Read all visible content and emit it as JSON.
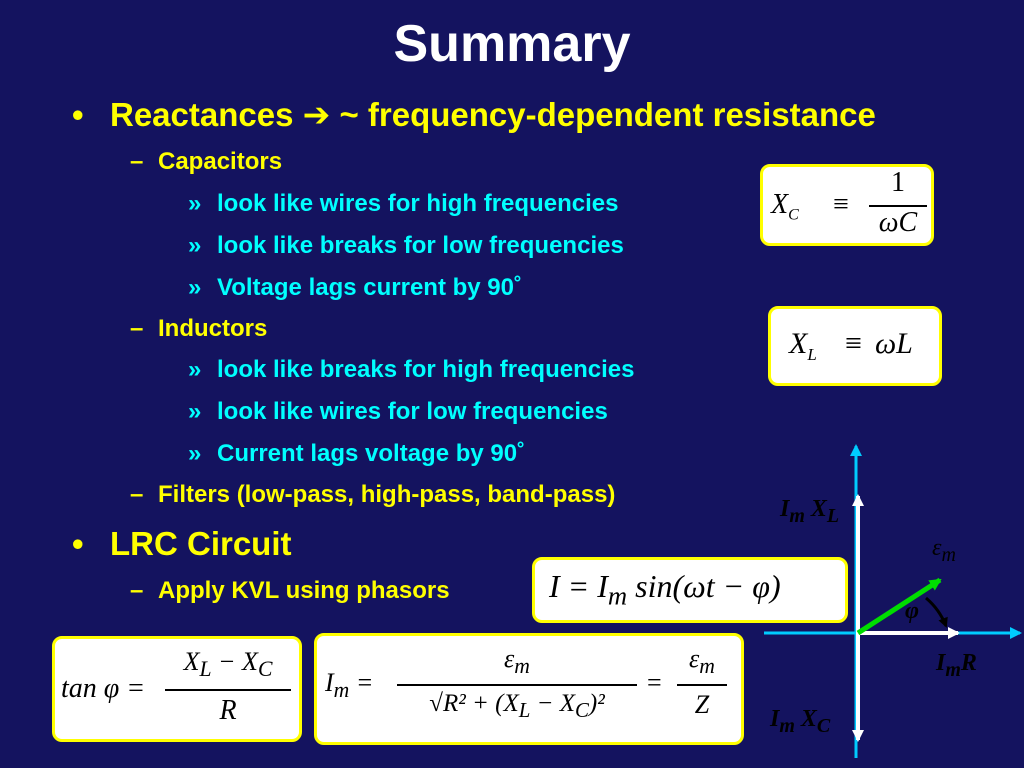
{
  "title": "Summary",
  "bullets": {
    "reactances": "Reactances",
    "reactances_arrow": "➔",
    "reactances_rest": "~ frequency-dependent resistance",
    "capacitors": "Capacitors",
    "cap_items": [
      "look like wires for high frequencies",
      "look like breaks for low frequencies",
      "Voltage lags current by 90˚"
    ],
    "inductors": "Inductors",
    "ind_items": [
      "look like breaks for high frequencies",
      "look like wires for low frequencies",
      "Current lags voltage by 90˚"
    ],
    "filters": "Filters (low-pass, high-pass, band-pass)",
    "lrc": "LRC Circuit",
    "kvl": "Apply KVL using phasors"
  },
  "markers": {
    "level1": "•",
    "level2": "–",
    "level3": "»"
  },
  "formulas": {
    "xc": {
      "lhs": "X",
      "lhs_sub": "C",
      "op": "≡",
      "num": "1",
      "den": "ωC"
    },
    "xl": {
      "lhs": "X",
      "lhs_sub": "L",
      "op": "≡",
      "rhs": "ωL"
    },
    "current": "I = I<sub>m</sub> sin(ωt − φ)",
    "tan": {
      "lhs": "tan φ =",
      "num": "X<sub>L</sub> − X<sub>C</sub>",
      "den": "R"
    },
    "im": {
      "lhs": "I<sub>m</sub> =",
      "num": "ε<sub>m</sub>",
      "den": "√R² + (X<sub>L</sub> − X<sub>C</sub>)²",
      "num2": "ε<sub>m</sub>",
      "den2": "Z"
    }
  },
  "phasor": {
    "im_xl": "I<sub>m</sub> X<sub>L</sub>",
    "em": "ε<sub>m</sub>",
    "phi": "φ",
    "im_r": "I<sub>m</sub>R",
    "im_xc": "I<sub>m</sub> X<sub>C</sub>"
  },
  "colors": {
    "background": "#14135f",
    "title": "#ffffff",
    "bullet": "#ffff00",
    "sub_bullet": "#00ffff",
    "axis": "#00ccff",
    "phasor": "#00dd00"
  }
}
